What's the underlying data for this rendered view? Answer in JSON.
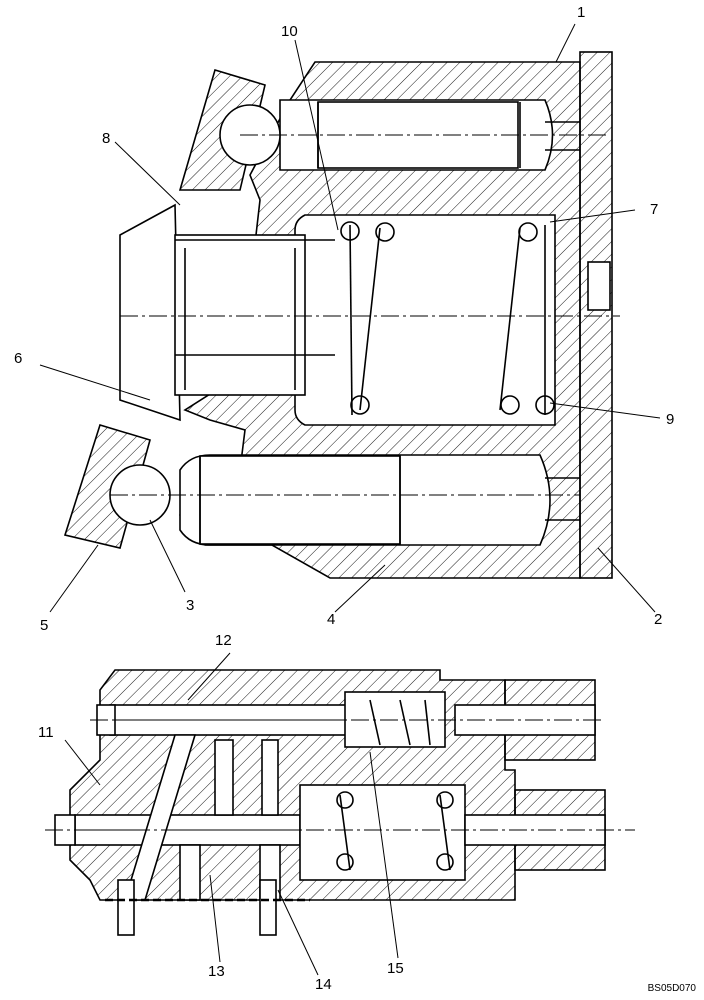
{
  "diagram": {
    "callouts": {
      "c1": "1",
      "c2": "2",
      "c3": "3",
      "c4": "4",
      "c5": "5",
      "c6": "6",
      "c7": "7",
      "c8": "8",
      "c9": "9",
      "c10": "10",
      "c11": "11",
      "c12": "12",
      "c13": "13",
      "c14": "14",
      "c15": "15"
    },
    "drawing_code": "BS05D070"
  }
}
